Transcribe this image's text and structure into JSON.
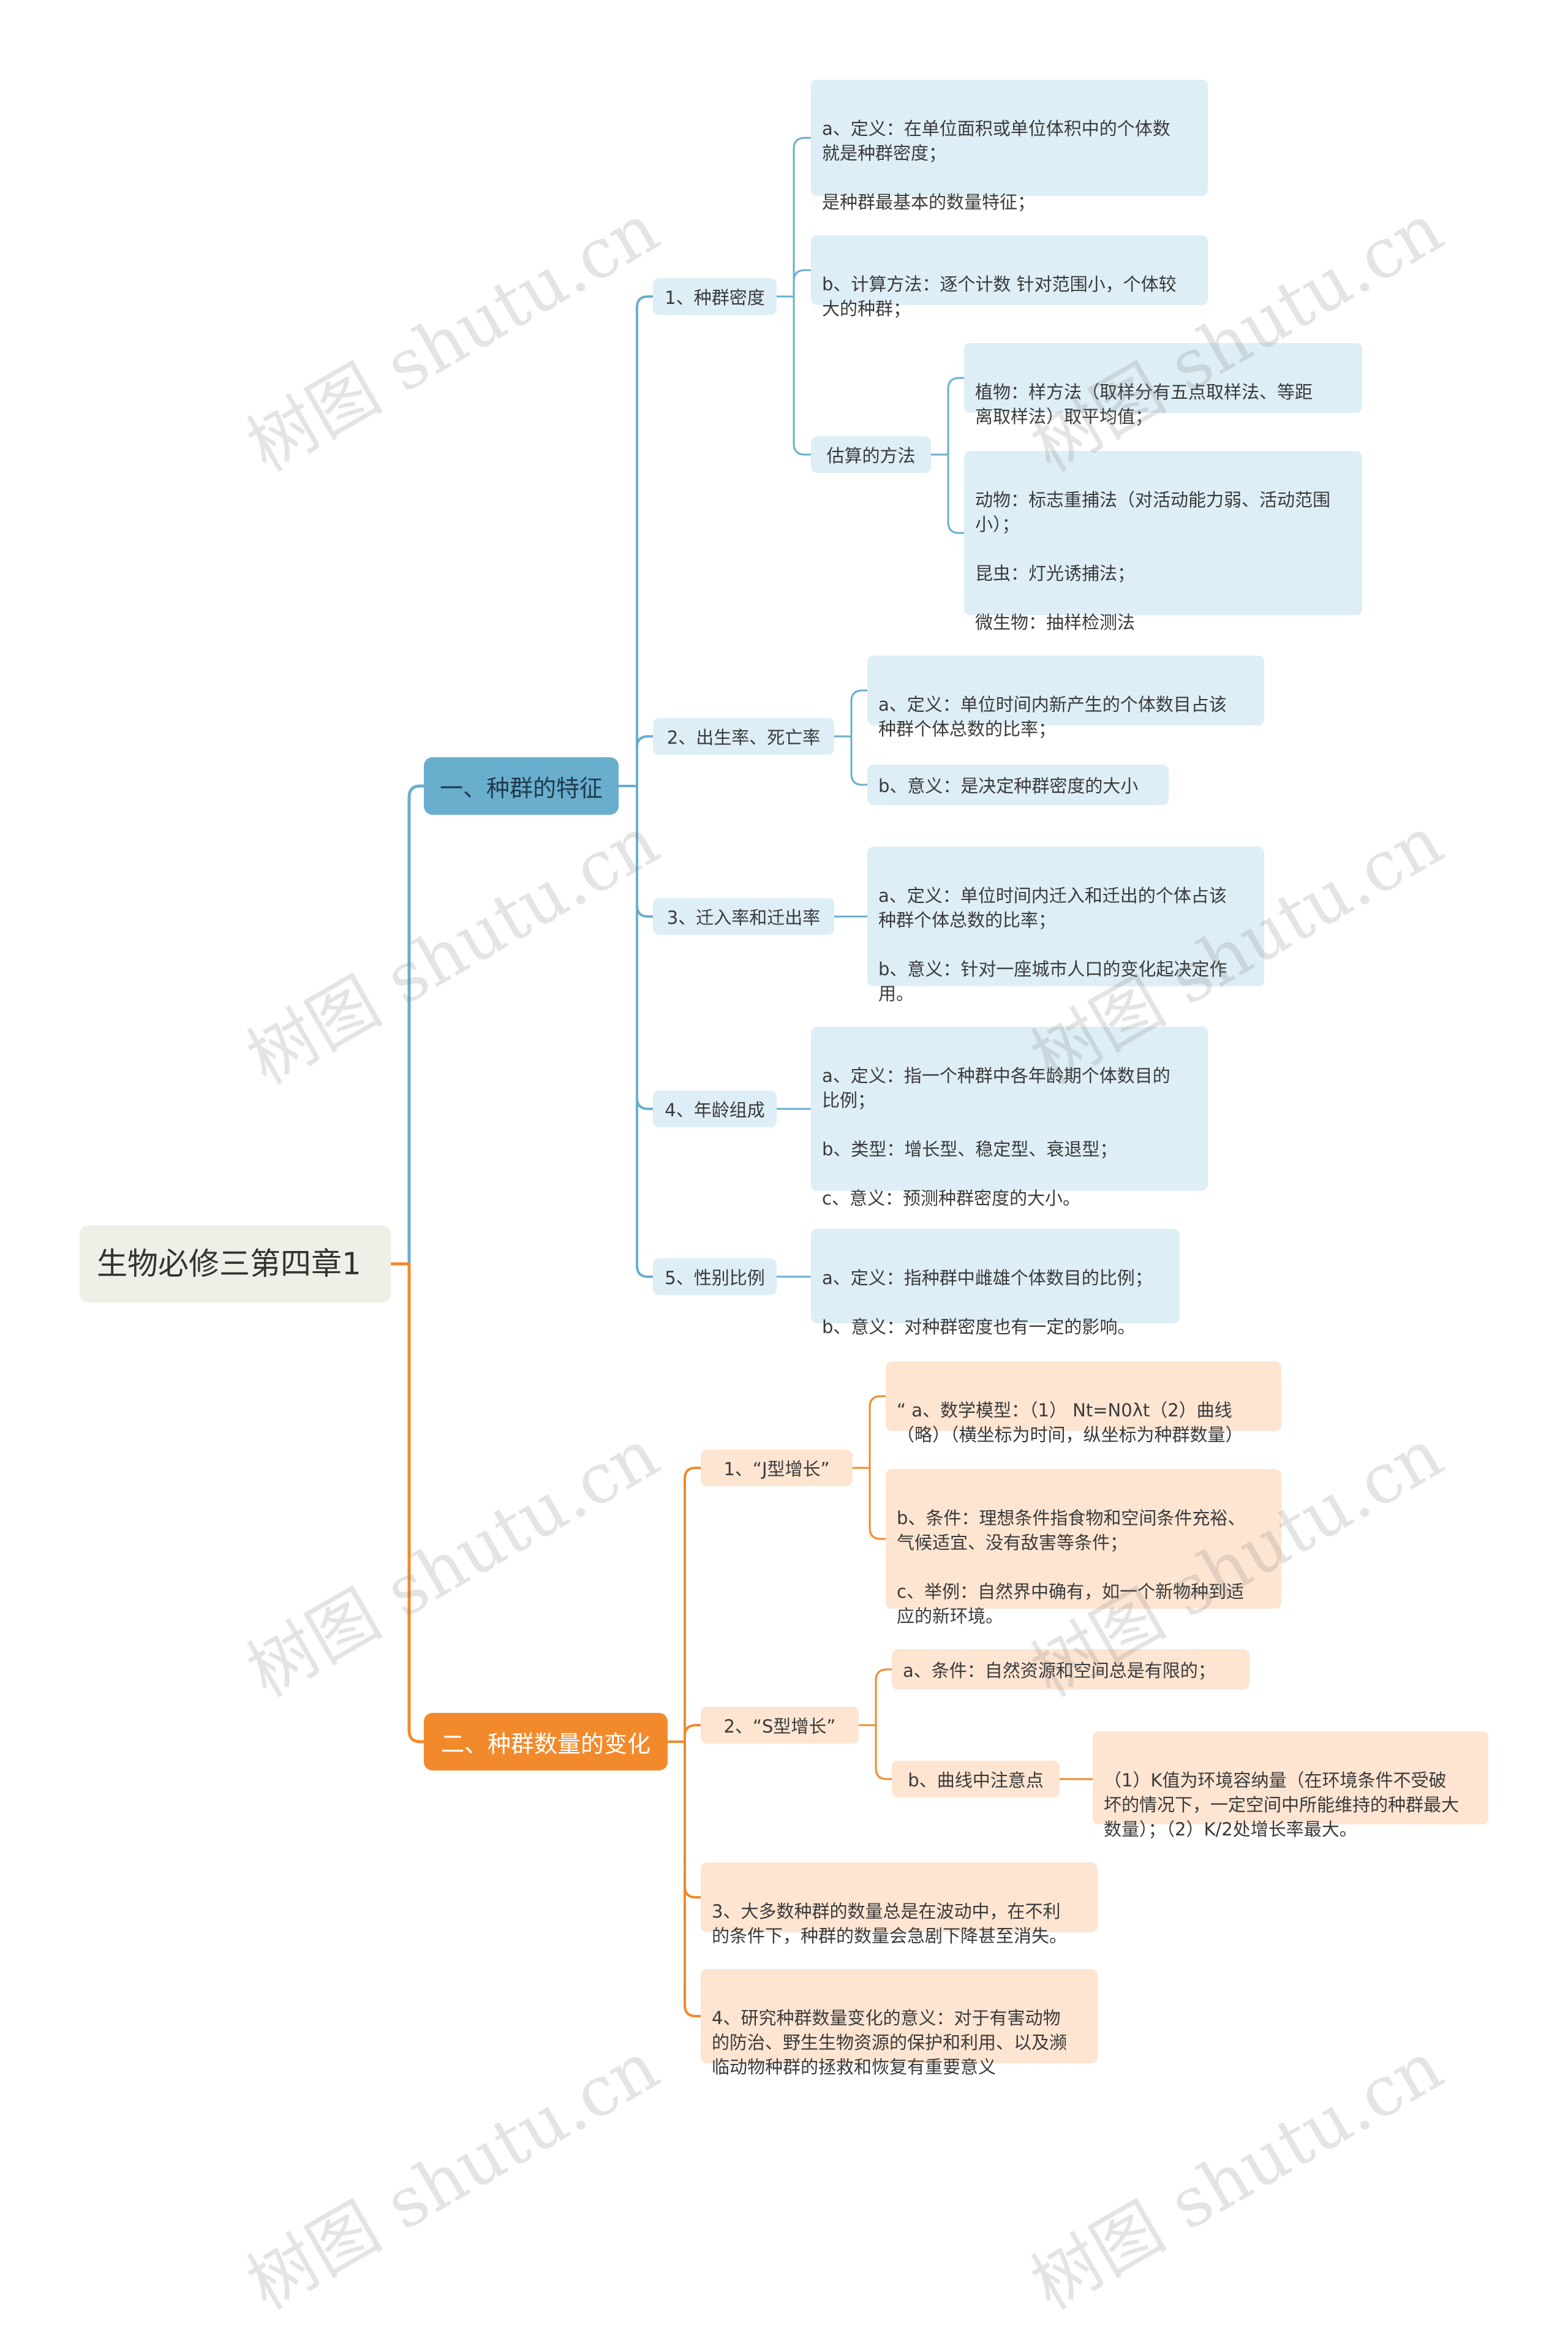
{
  "root": {
    "title": "生物必修三第四章1"
  },
  "branches": [
    {
      "title": "一、种群的特征",
      "children": [
        {
          "title": "1、种群密度",
          "children": [
            {
              "text": "a、定义：在单位面积或单位体积中的个体数\n就是种群密度；\n\n是种群最基本的数量特征；"
            },
            {
              "text": "b、计算方法：逐个计数 针对范围小，个体较\n大的种群；"
            },
            {
              "title": "估算的方法",
              "children": [
                {
                  "text": " 植物：样方法（取样分有五点取样法、等距\n离取样法）取平均值；"
                },
                {
                  "text": "动物：标志重捕法（对活动能力弱、活动范围\n小）；\n\n昆虫：灯光诱捕法；\n\n微生物：抽样检测法"
                }
              ]
            }
          ]
        },
        {
          "title": "2、出生率、死亡率",
          "children": [
            {
              "text": "a、定义：单位时间内新产生的个体数目占该\n种群个体总数的比率；"
            },
            {
              "text": " b、意义：是决定种群密度的大小"
            }
          ]
        },
        {
          "title": "3、迁入率和迁出率",
          "children": [
            {
              "text": "a、定义：单位时间内迁入和迁出的个体占该\n种群个体总数的比率；\n\nb、意义：针对一座城市人口的变化起决定作\n用。"
            }
          ]
        },
        {
          "title": "4、年龄组成",
          "children": [
            {
              "text": " a、定义：指一个种群中各年龄期个体数目的\n比例；\n\nb、类型：增长型、稳定型、衰退型；\n\nc、意义：预测种群密度的大小。"
            }
          ]
        },
        {
          "title": "5、性别比例",
          "children": [
            {
              "text": "a、定义：指种群中雌雄个体数目的比例；\n\nb、意义：对种群密度也有一定的影响。"
            }
          ]
        }
      ]
    },
    {
      "title": "二、种群数量的变化",
      "children": [
        {
          "title": "1、“J型增长”",
          "children": [
            {
              "text": "“ a、数学模型：（1） Nt=N0λt（2）曲线\n（略）（横坐标为时间，纵坐标为种群数量）"
            },
            {
              "text": "b、条件：理想条件指食物和空间条件充裕、\n气候适宜、没有敌害等条件；\n\nc、举例：自然界中确有，如一个新物种到适\n应的新环境。"
            }
          ]
        },
        {
          "title": "2、“S型增长”",
          "children": [
            {
              "text": "a、条件：自然资源和空间总是有限的；"
            },
            {
              "title": "b、曲线中注意点",
              "children": [
                {
                  "text": "（1）K值为环境容纳量（在环境条件不受破\n坏的情况下，一定空间中所能维持的种群最大\n数量）；（2）K/2处增长率最大。"
                }
              ]
            }
          ]
        },
        {
          "text": "3、大多数种群的数量总是在波动中，在不利\n的条件下，种群的数量会急剧下降甚至消失。"
        },
        {
          "text": "4、研究种群数量变化的意义：对于有害动物\n的防治、野生生物资源的保护和利用、以及濒\n临动物种群的拯救和恢复有重要意义"
        }
      ]
    }
  ],
  "watermark": "树图 shutu.cn",
  "colors": {
    "blue_branch": "#6aaecd",
    "orange_branch": "#f28a2c",
    "blue_fill": "#deeef6",
    "orange_fill": "#fde5d2",
    "root_fill": "#efefe8"
  }
}
